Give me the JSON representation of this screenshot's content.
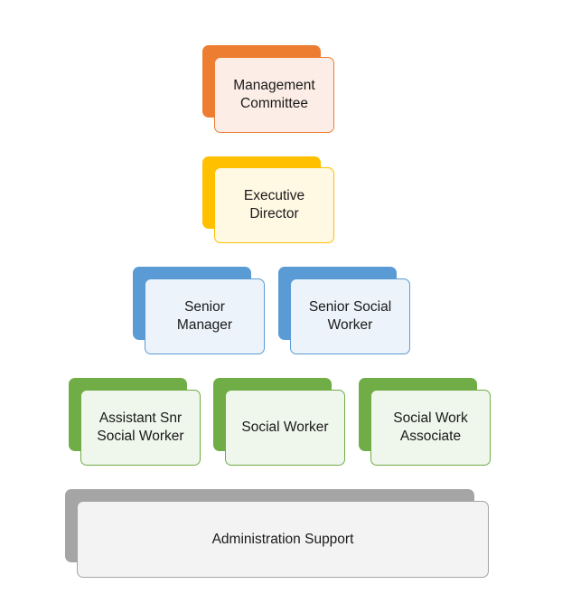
{
  "nodes": {
    "management_committee": {
      "label": "Management\nCommittee",
      "accent": "#ED7D31",
      "fill": "#FCEEE6"
    },
    "executive_director": {
      "label": "Executive\nDirector",
      "accent": "#FFC000",
      "fill": "#FFF8E3"
    },
    "senior_manager": {
      "label": "Senior\nManager",
      "accent": "#5B9BD5",
      "fill": "#EDF3FA"
    },
    "senior_social_worker": {
      "label": "Senior Social\nWorker",
      "accent": "#5B9BD5",
      "fill": "#EDF3FA"
    },
    "assistant_snr_social_worker": {
      "label": "Assistant Snr\nSocial Worker",
      "accent": "#70AD47",
      "fill": "#EFF6EB"
    },
    "social_worker": {
      "label": "Social Worker",
      "accent": "#70AD47",
      "fill": "#EFF6EB"
    },
    "social_work_associate": {
      "label": "Social Work\nAssociate",
      "accent": "#70AD47",
      "fill": "#EFF6EB"
    },
    "administration_support": {
      "label": "Administration Support",
      "accent": "#A5A5A5",
      "fill": "#F3F3F3"
    }
  }
}
